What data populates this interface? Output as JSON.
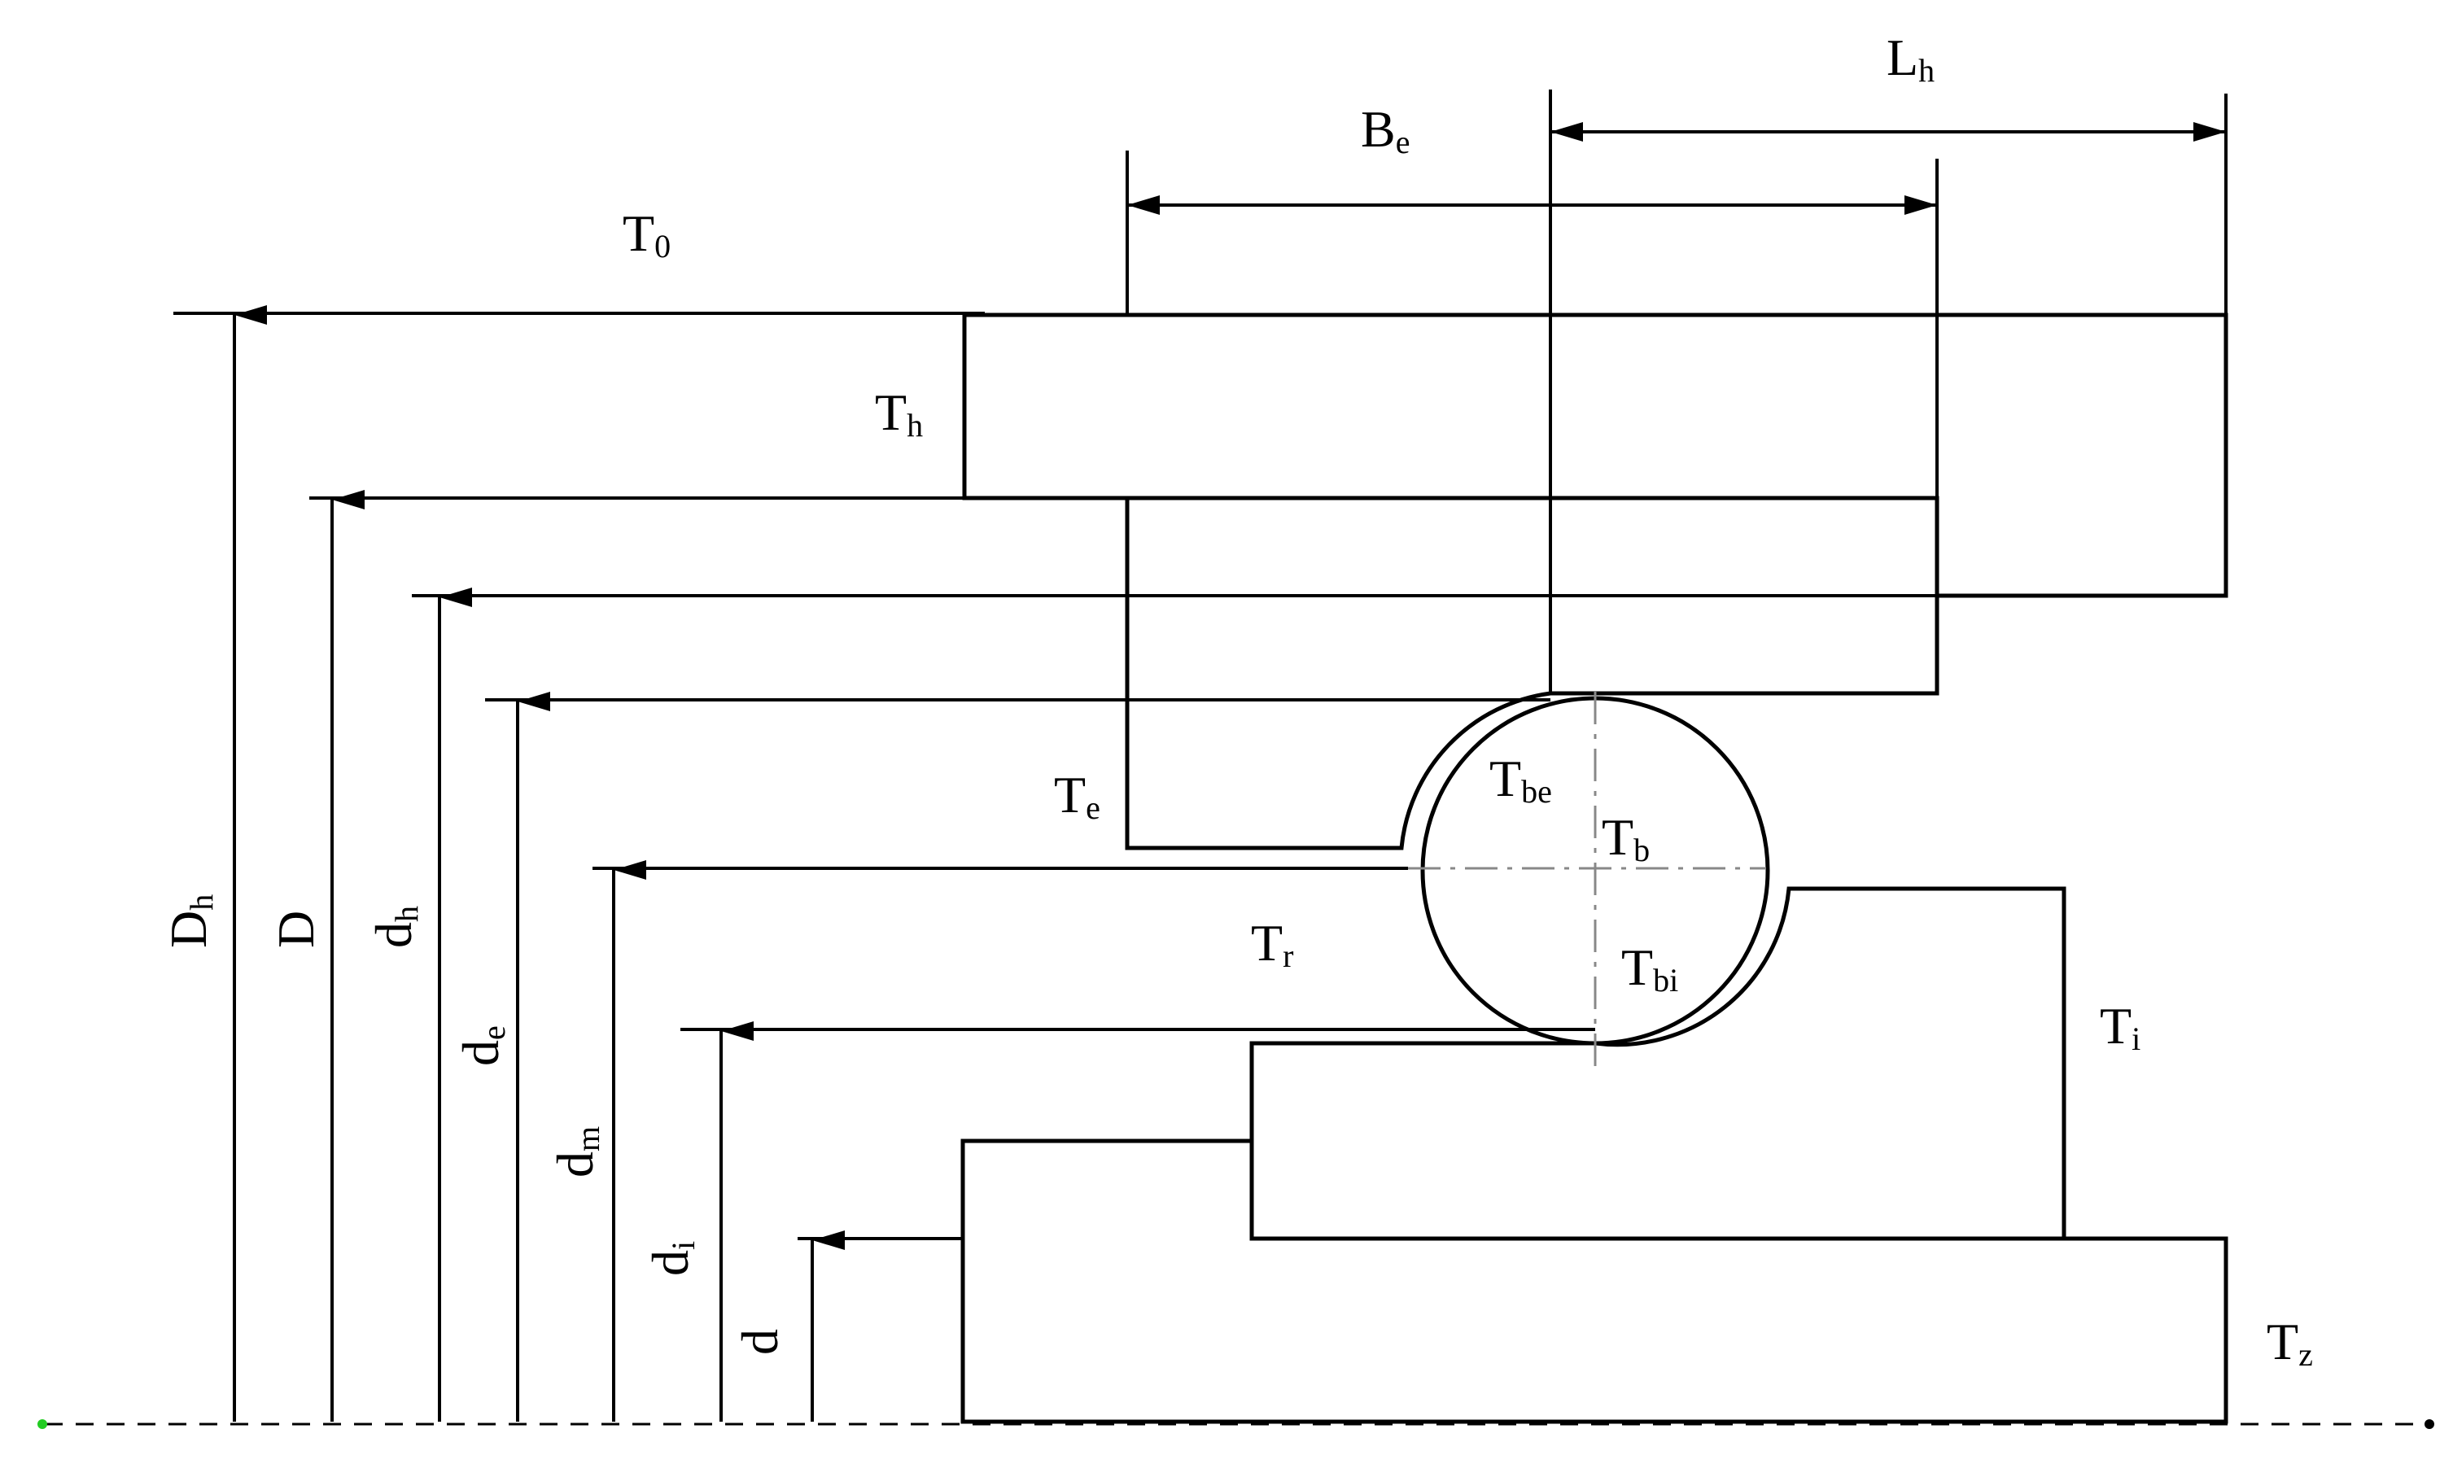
{
  "labels": {
    "T0": {
      "main": "T",
      "sub": "0"
    },
    "Th": {
      "main": "T",
      "sub": "h"
    },
    "Te": {
      "main": "T",
      "sub": "e"
    },
    "Tbe": {
      "main": "T",
      "sub": "be"
    },
    "Tb": {
      "main": "T",
      "sub": "b"
    },
    "Tr": {
      "main": "T",
      "sub": "r"
    },
    "Tbi": {
      "main": "T",
      "sub": "bi"
    },
    "Ti": {
      "main": "T",
      "sub": "i"
    },
    "Tz": {
      "main": "T",
      "sub": "z"
    },
    "Be": {
      "main": "B",
      "sub": "e"
    },
    "Lh": {
      "main": "L",
      "sub": "h"
    },
    "Dh": {
      "main": "D",
      "sub": "h"
    },
    "D": {
      "main": "D",
      "sub": ""
    },
    "dh": {
      "main": "d",
      "sub": "h"
    },
    "de": {
      "main": "d",
      "sub": "e"
    },
    "dm": {
      "main": "d",
      "sub": "m"
    },
    "di": {
      "main": "d",
      "sub": "i"
    },
    "d": {
      "main": "d",
      "sub": ""
    }
  },
  "colors": {
    "hatch_dark": "#3a5a8c",
    "hatch_light": "#a9b7cf",
    "line": "#000000",
    "centerline": "#888888",
    "axis_start_dot": "#22cc22"
  }
}
